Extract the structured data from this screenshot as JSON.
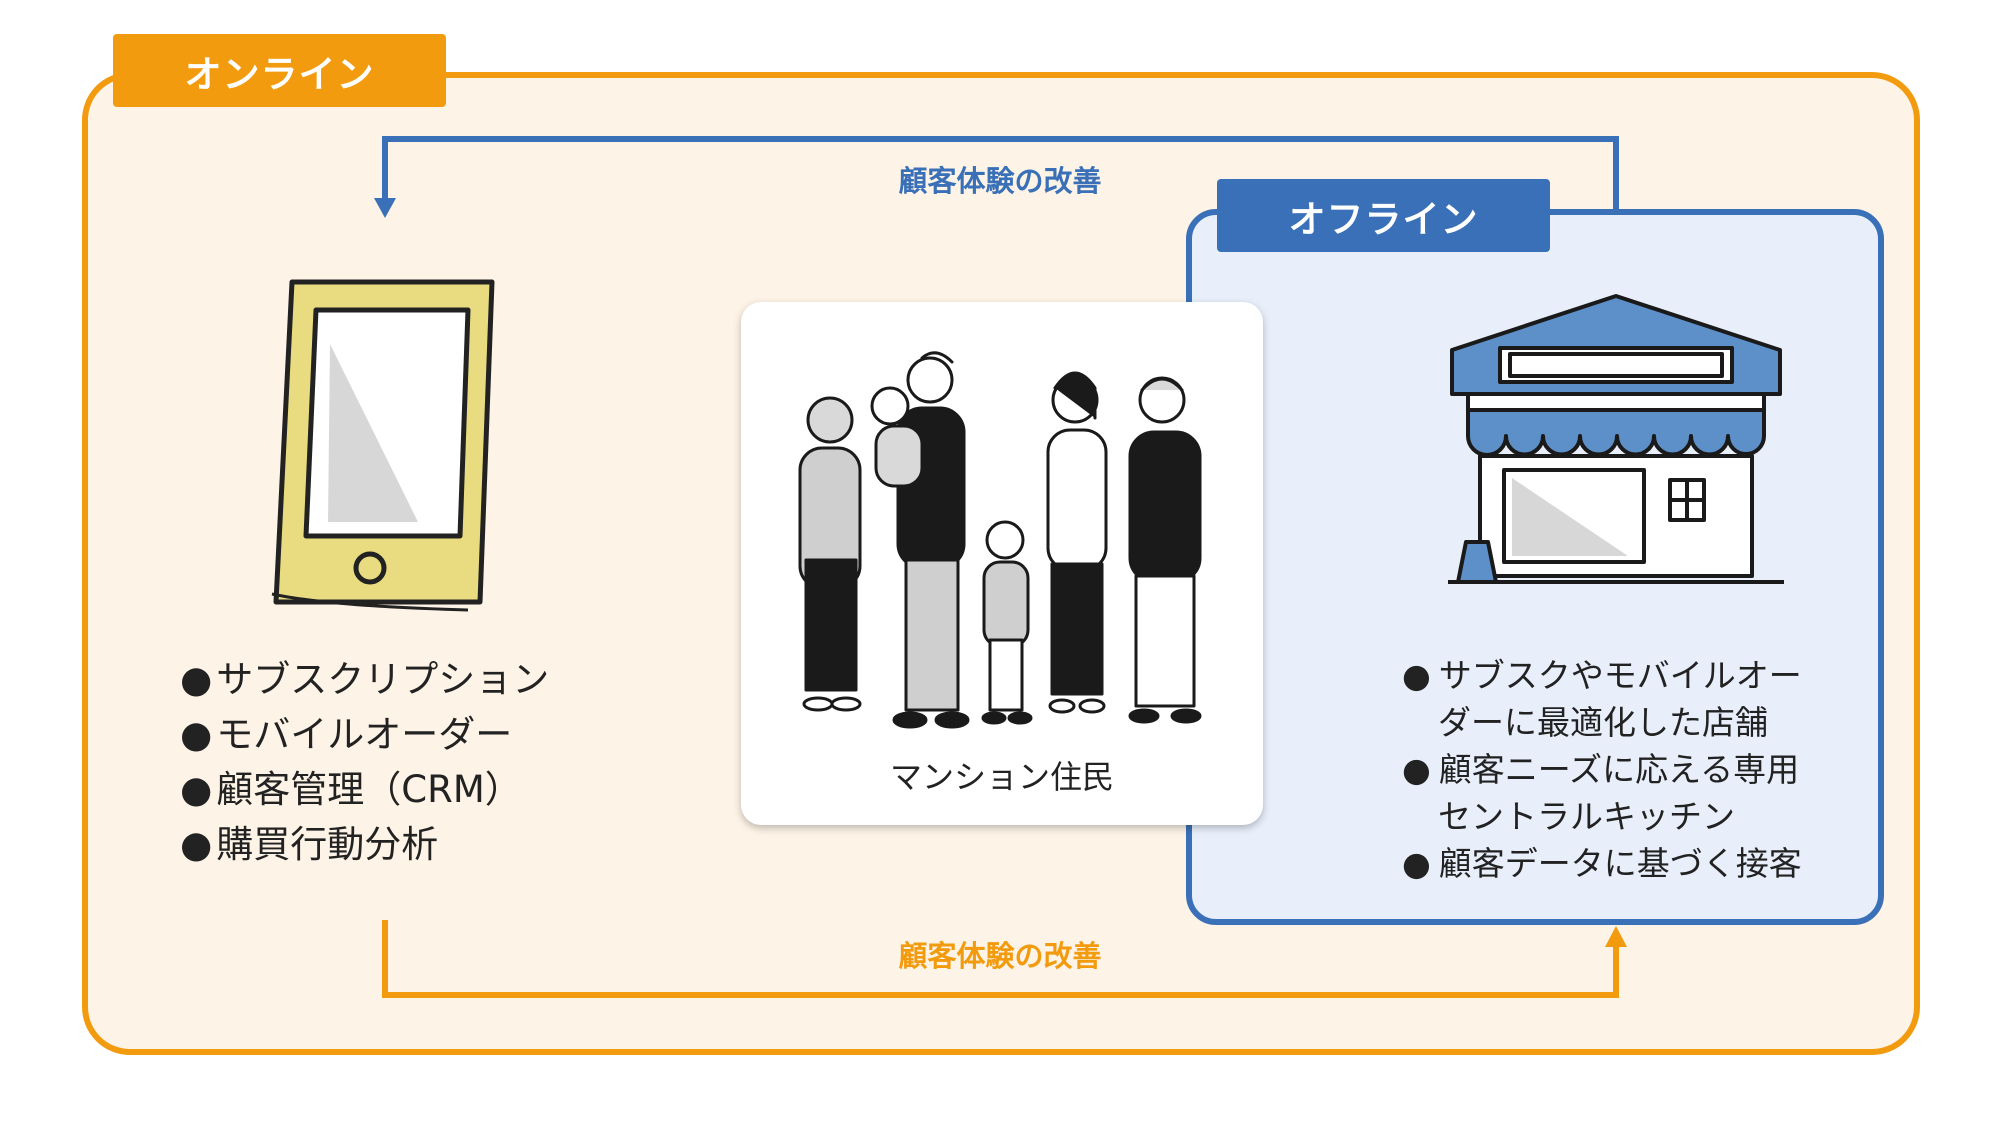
{
  "online": {
    "title": "オンライン",
    "items": [
      "サブスクリプション",
      "モバイルオーダー",
      "顧客管理（CRM）",
      "購買行動分析"
    ]
  },
  "offline": {
    "title": "オフライン",
    "items": [
      {
        "line1": "サブスクやモバイルオー",
        "line2": "ダーに最適化した店舗"
      },
      {
        "line1": "顧客ニーズに応える専用",
        "line2": "セントラルキッチン"
      },
      {
        "line1": "顧客データに基づく接客",
        "line2": ""
      }
    ]
  },
  "center": {
    "label": "マンション住民"
  },
  "arrows": {
    "top_label": "顧客体験の改善",
    "bottom_label": "顧客体験の改善"
  },
  "bullet": "●",
  "icons": {
    "online": "smartphone-icon",
    "center": "people-group-icon",
    "offline": "store-icon"
  },
  "colors": {
    "online_accent": "#f29b0f",
    "online_background": "#fdf3e6",
    "offline_accent": "#3a70b7",
    "offline_background": "#e8effb",
    "phone_fill": "#e9dc80"
  }
}
